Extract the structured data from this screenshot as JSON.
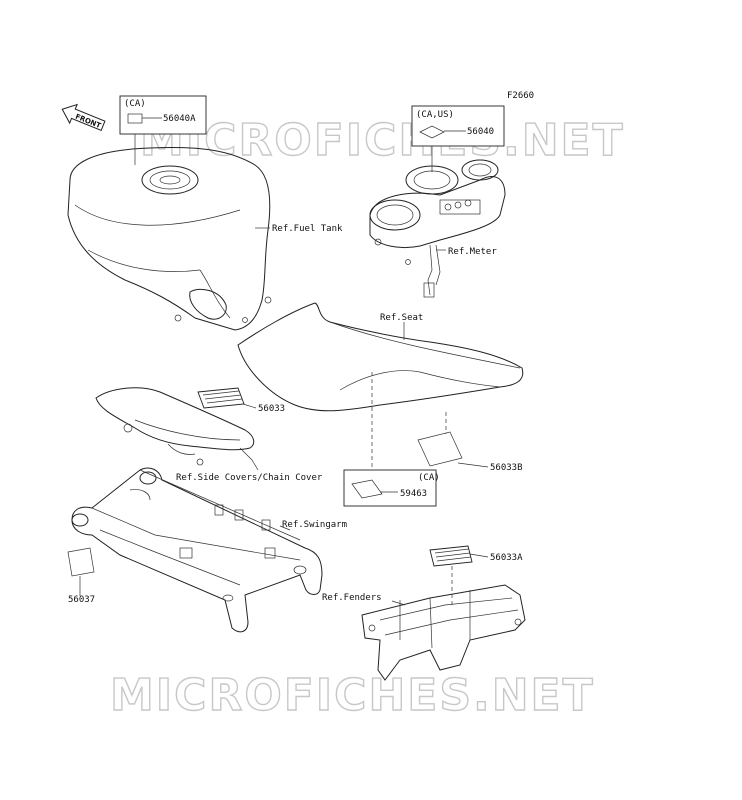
{
  "figure_code": "F2660",
  "front_badge": "FRONT",
  "watermark": "MICROFICHES.NET",
  "labels": {
    "p56040A": "56040A",
    "p56040A_region": "(CA)",
    "p56040": "56040",
    "p56040_region": "(CA,US)",
    "p56033": "56033",
    "p56033B": "56033B",
    "p59463": "59463",
    "p59463_region": "(CA)",
    "p56033A": "56033A",
    "p56037": "56037",
    "ref_fuel_tank": "Ref.Fuel Tank",
    "ref_meter": "Ref.Meter",
    "ref_seat": "Ref.Seat",
    "ref_side_covers": "Ref.Side Covers/Chain Cover",
    "ref_swingarm": "Ref.Swingarm",
    "ref_fenders": "Ref.Fenders"
  }
}
